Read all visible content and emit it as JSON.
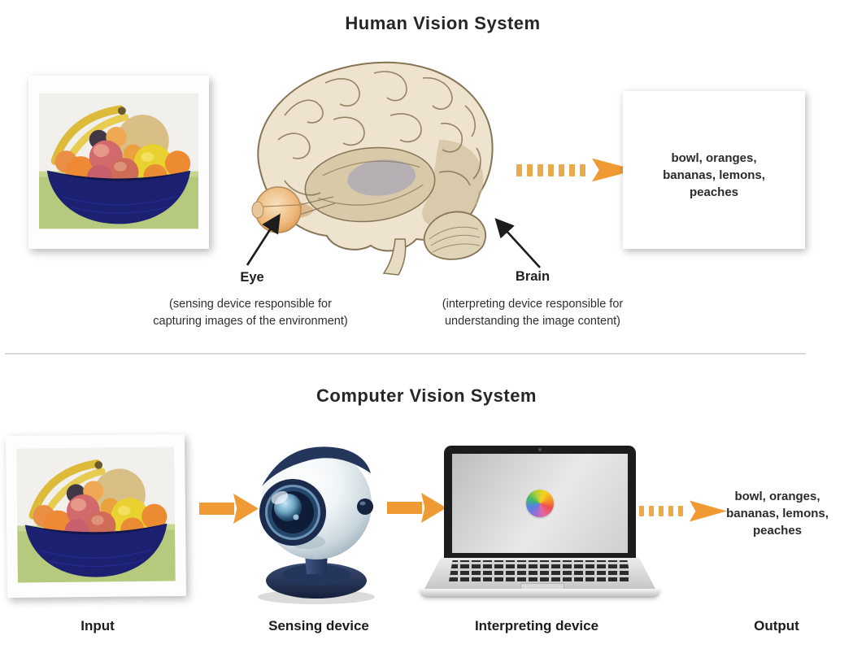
{
  "human_system": {
    "title": "Human Vision System",
    "output_lines": [
      "bowl, oranges,",
      "bananas, lemons,",
      "peaches"
    ],
    "eye": {
      "label": "Eye",
      "caption_line1": "(sensing device responsible for",
      "caption_line2": "capturing images of the environment)"
    },
    "brain": {
      "label": "Brain",
      "caption_line1": "(interpreting device responsible for",
      "caption_line2": "understanding the image content)"
    }
  },
  "computer_system": {
    "title": "Computer Vision System",
    "output_lines": [
      "bowl, oranges,",
      "bananas, lemons,",
      "peaches"
    ],
    "stage_labels": {
      "input": "Input",
      "sensing": "Sensing device",
      "interpreting": "Interpreting device",
      "output": "Output"
    }
  },
  "figures": {
    "human_input": "fruit-bowl-photo",
    "human_sensor": "eye-illustration",
    "human_interpreter": "brain-illustration",
    "computer_input": "fruit-bowl-photo",
    "computer_sensor": "webcam-illustration",
    "computer_interpreter": "laptop-illustration",
    "laptop_logo": "color-pinwheel-icon"
  },
  "colors": {
    "arrow-orange": "#F09A35",
    "dash-orange": "#E9A94D",
    "text-dark": "#262626",
    "caption-gray": "#2e2e2e",
    "divider-gray": "#d8d8d8"
  }
}
